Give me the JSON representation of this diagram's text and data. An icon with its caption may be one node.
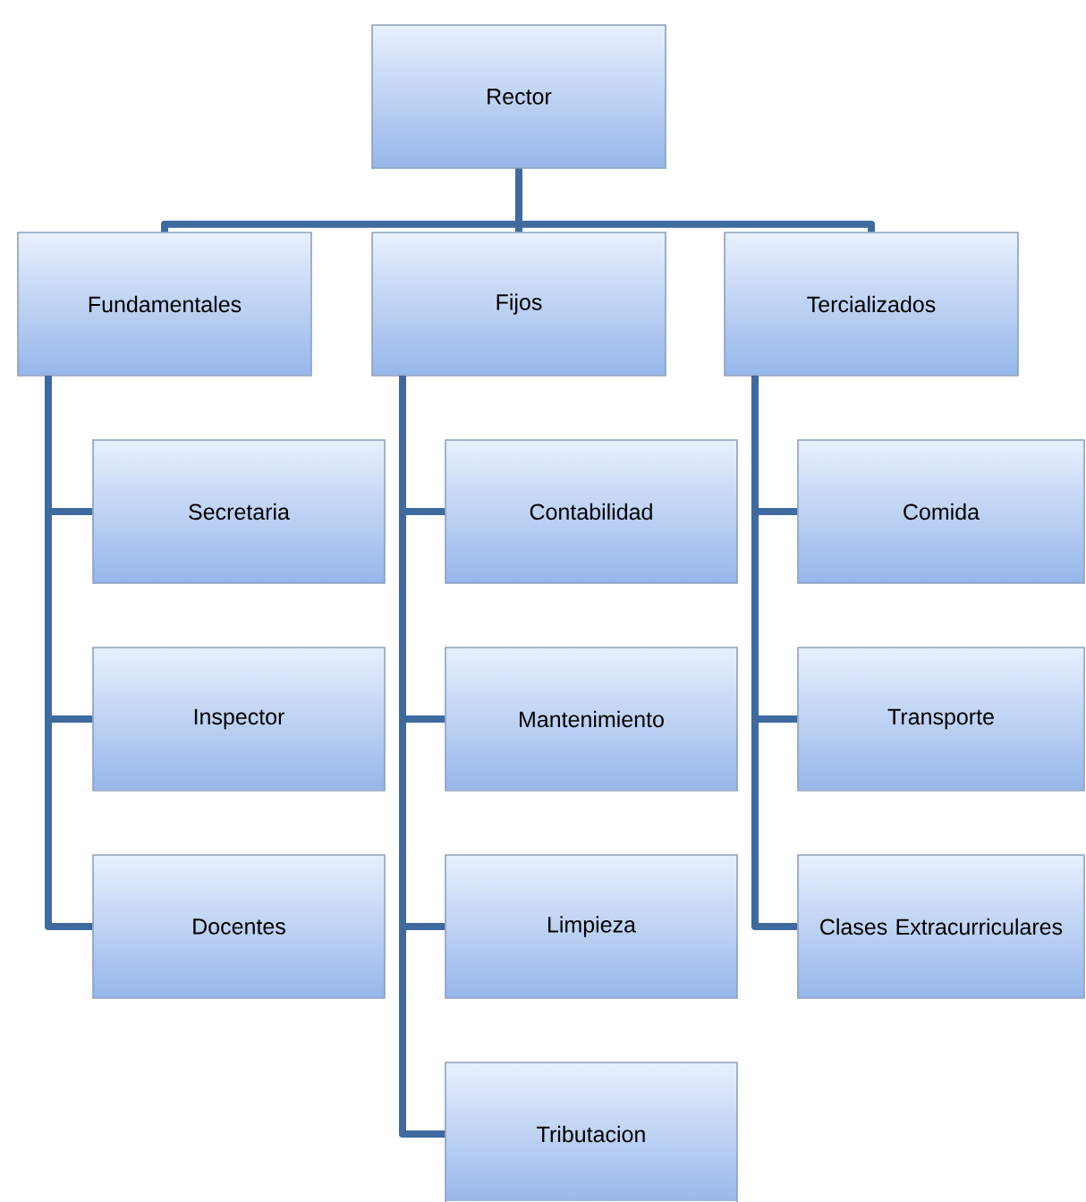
{
  "diagram": {
    "nodes": [
      {
        "text": [
          "Rector"
        ]
      },
      {
        "text": [
          "Fundamentales"
        ]
      },
      {
        "text": [
          "Fijos"
        ]
      },
      {
        "text": [
          "Tercializados"
        ]
      },
      {
        "text": [
          "Secretaria"
        ]
      },
      {
        "text": [
          "Inspector"
        ]
      },
      {
        "text": [
          "Docentes"
        ]
      },
      {
        "text": [
          "Contabilidad"
        ]
      },
      {
        "text": [
          "Mantenimiento"
        ]
      },
      {
        "text": [
          "Limpieza"
        ]
      },
      {
        "text": [
          "Tributacion"
        ]
      },
      {
        "text": [
          "Comida"
        ]
      },
      {
        "text": [
          "Transporte"
        ]
      },
      {
        "text": [
          "Clases Extracurriculares"
        ]
      }
    ],
    "edges": [
      {
        "from": 0,
        "to": 1,
        "arrow": "none"
      },
      {
        "from": 0,
        "to": 2,
        "arrow": "none"
      },
      {
        "from": 0,
        "to": 3,
        "arrow": "none"
      },
      {
        "from": 1,
        "to": 4,
        "arrow": "none"
      },
      {
        "from": 1,
        "to": 5,
        "arrow": "none"
      },
      {
        "from": 1,
        "to": 6,
        "arrow": "none"
      },
      {
        "from": 2,
        "to": 7,
        "arrow": "none"
      },
      {
        "from": 2,
        "to": 8,
        "arrow": "none"
      },
      {
        "from": 2,
        "to": 9,
        "arrow": "none"
      },
      {
        "from": 2,
        "to": 10,
        "arrow": "none"
      },
      {
        "from": 3,
        "to": 11,
        "arrow": "none"
      },
      {
        "from": 3,
        "to": 12,
        "arrow": "none"
      },
      {
        "from": 3,
        "to": 13,
        "arrow": "none"
      }
    ]
  }
}
